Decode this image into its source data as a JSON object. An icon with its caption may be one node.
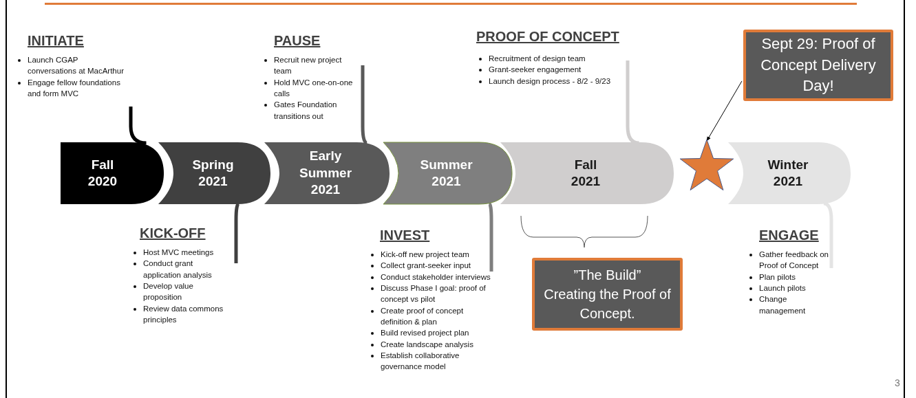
{
  "diagram": {
    "nodes": [
      {
        "text": [
          "Fall 2020"
        ]
      },
      {
        "text": [
          "Spring 2021"
        ]
      },
      {
        "text": [
          "Early Summer 2021"
        ]
      },
      {
        "text": [
          "Summer 2021"
        ]
      },
      {
        "text": [
          "Fall 2021"
        ]
      },
      {
        "text": [],
        "shape": "star"
      },
      {
        "text": [
          "Winter 2021"
        ]
      },
      {
        "text": [
          "INITIATE",
          "Launch CGAP conversations at MacArthur",
          "Engage fellow foundations and form MVC"
        ]
      },
      {
        "text": [
          "KICK-OFF",
          "Host MVC meetings",
          "Conduct grant application analysis",
          "Develop value proposition",
          "Review data commons principles"
        ]
      },
      {
        "text": [
          "PAUSE",
          "Recruit new project team",
          "Hold MVC one-on-one calls",
          "Gates Foundation transitions out"
        ]
      },
      {
        "text": [
          "INVEST",
          "Kick-off new project team",
          "Collect grant-seeker input",
          "Conduct stakeholder interviews",
          "Discuss Phase I goal: proof of concept vs pilot",
          "Create proof of concept definition & plan",
          "Build revised project plan",
          "Create landscape analysis",
          "Establish collaborative governance model"
        ]
      },
      {
        "text": [
          "PROOF OF CONCEPT",
          "Recruitment of design team",
          "Grant-seeker engagement",
          "Launch design process - 8/2 - 9/23"
        ]
      },
      {
        "text": [
          "ENGAGE",
          "Gather feedback on Proof of Concept",
          "Plan pilots",
          "Launch pilots",
          "Change management"
        ]
      },
      {
        "text": [
          "Sept 29: Proof of Concept Delivery Day!"
        ]
      },
      {
        "text": [
          "”The Build”",
          "Creating the Proof of Concept."
        ]
      }
    ],
    "edges": [
      {
        "from": 0,
        "to": 7,
        "arrow": "none",
        "color": "#000000"
      },
      {
        "from": 1,
        "to": 8,
        "arrow": "none",
        "color": "#404040"
      },
      {
        "from": 2,
        "to": 9,
        "arrow": "none",
        "color": "#595959"
      },
      {
        "from": 3,
        "to": 10,
        "arrow": "none",
        "color": "#7f7f7f"
      },
      {
        "from": 4,
        "to": 11,
        "arrow": "none",
        "color": "#d0cece"
      },
      {
        "from": 6,
        "to": 12,
        "arrow": "none",
        "color": "#e4e4e4"
      },
      {
        "from": 13,
        "to": 5,
        "arrow": "to"
      }
    ],
    "labels": [
      "3"
    ]
  }
}
